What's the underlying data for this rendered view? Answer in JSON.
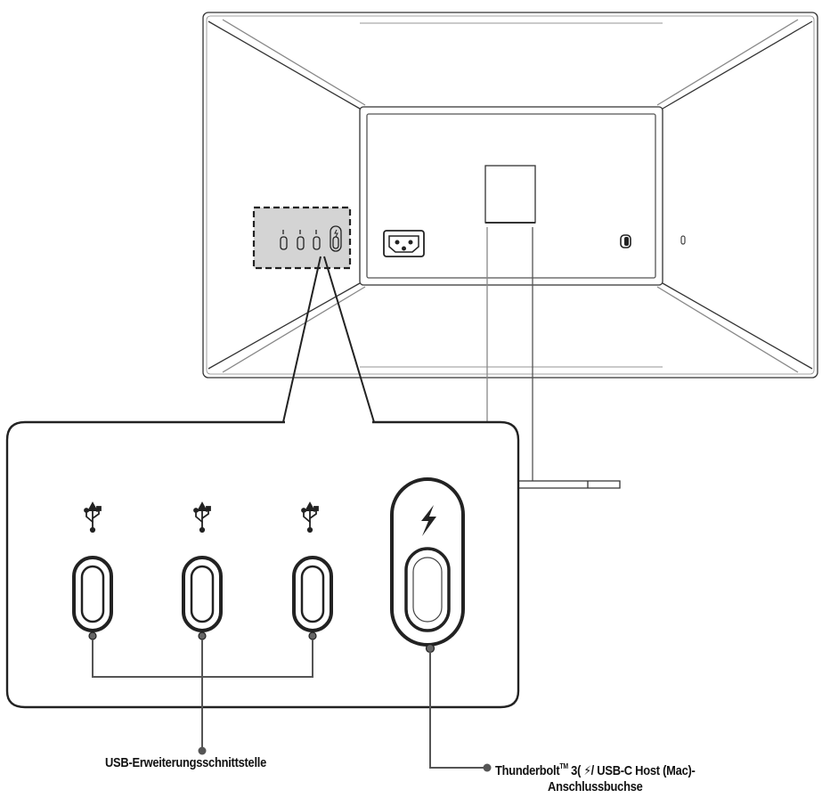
{
  "labels": {
    "usb_hub": "USB-Erweiterungsschnittstelle",
    "tb_prefix": "Thunderbolt",
    "tb_tm": "TM",
    "tb_mid": " 3( ",
    "tb_suffix": "/ USB-C Host (Mac)-",
    "tb_line2": "Anschlussbuchse"
  },
  "icons": {
    "usb": "usb-symbol-icon",
    "thunderbolt": "thunderbolt-lightning-icon",
    "power": "ac-power-inlet-icon",
    "lock": "kensington-lock-icon"
  },
  "colors": {
    "line": "#222222",
    "light_line": "#777777",
    "background": "#ffffff"
  }
}
